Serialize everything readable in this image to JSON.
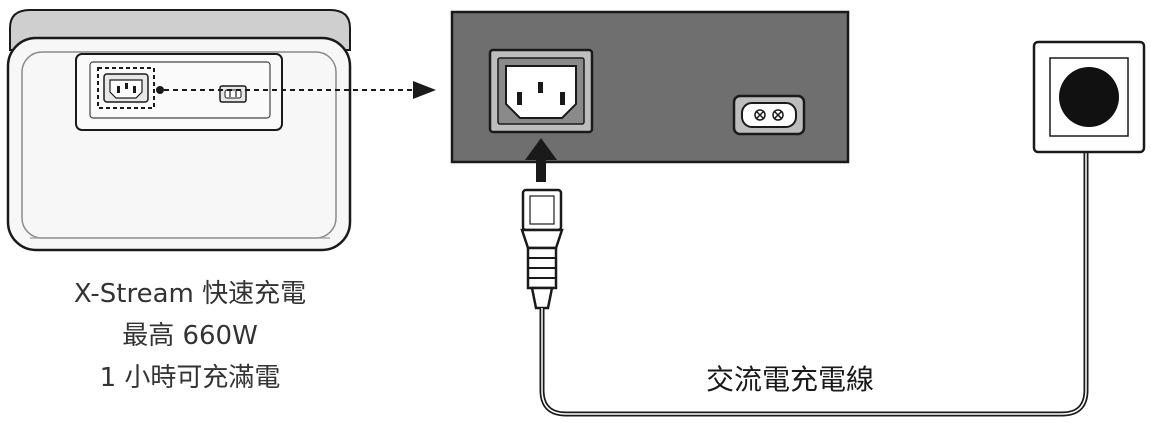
{
  "power_station_caption": {
    "line1": "X-Stream 快速充電",
    "line2": "最高 660W",
    "line3": "1 小時可充滿電"
  },
  "cable_label": "交流電充電線",
  "colors": {
    "device_panel": "#6f6f6f",
    "outline": "#1a1a1a",
    "station_body": "#f5f5f5",
    "station_top": "#cfcfcf",
    "outlet_plug": "#111111"
  },
  "icons": {
    "ac_input_port": "iec-c14-inlet-icon",
    "ac_output_port": "figure-8-socket-icon",
    "plug": "iec-c13-plug-icon",
    "outlet": "wall-outlet-icon"
  }
}
